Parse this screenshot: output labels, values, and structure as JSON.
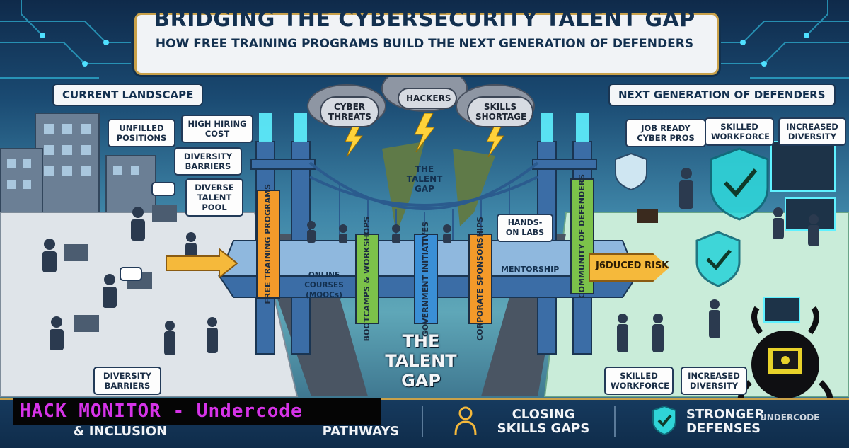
{
  "header": {
    "title": "BRIDGING THE CYBERSECURITY TALENT GAP",
    "subtitle": "HOW FREE TRAINING PROGRAMS BUILD THE NEXT GENERATION OF DEFENDERS"
  },
  "left_section": {
    "title": "CURRENT LANDSCAPE",
    "notes": [
      "UNFILLED POSITIONS",
      "HIGH HIRING COST",
      "DIVERSITY BARRIERS",
      "DIVERSE TALENT POOL",
      "DIVERSITY BARRIERS"
    ]
  },
  "clouds": [
    "CYBER THREATS",
    "HACKERS",
    "SKILLS SHORTAGE"
  ],
  "center": {
    "gap_small": "THE TALENT GAP",
    "gap_big": "THE TALENT GAP",
    "banners": [
      "FREE TRAINING PROGRAMS",
      "BOOTCAMPS & WORKSHOPS",
      "GOVERNMENT INITIATIVES",
      "CORPORATE SPONSORSHIPS",
      "COMMUNITY OF DEFENDERS"
    ],
    "labels": [
      "ONLINE COURSES (MOOCs)",
      "HANDS-ON LABS",
      "MENTORSHIP"
    ],
    "arrow_text": "J6DUCED RISK"
  },
  "right_section": {
    "title": "NEXT GENERATION OF DEFENDERS",
    "notes": [
      "JOB READY CYBER PROS",
      "SKILLED WORKFORCE",
      "INCREASED DIVERSITY",
      "SKILLED WORKFORCE",
      "INCREASED DIVERSITY"
    ]
  },
  "bottom_bar": {
    "items": [
      "& INCLUSION",
      "PATHWAYS",
      "CLOSING SKILLS GAPS",
      "STRONGER DEFENSES"
    ]
  },
  "overlay": {
    "watermark": "HACK MONITOR - Undercode",
    "logo": "UNDERCODE"
  },
  "colors": {
    "title_bg": "#f1f3f6",
    "title_border": "#c9a14a",
    "banner_orange": "#f39a2a",
    "banner_green": "#7cc24a",
    "banner_blue": "#3a8fd6",
    "watermark": "#d633e8"
  }
}
